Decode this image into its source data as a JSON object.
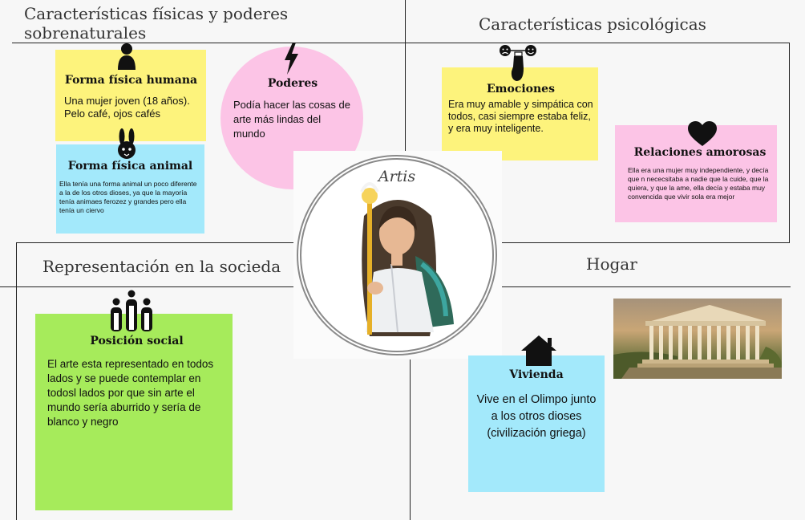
{
  "sections": {
    "physical": "Características físicas y poderes sobrenaturales",
    "psych": "Características psicológicas",
    "society": "Representación en la socieda",
    "home": "Hogar"
  },
  "center": {
    "name": "Artis"
  },
  "notes": {
    "human": {
      "title": "Forma física humana",
      "body": "Una mujer joven (18 años). Pelo café, ojos cafés",
      "color": "#fdf37c"
    },
    "animal": {
      "title": "Forma física animal",
      "body": "Ella tenía una forma animal un poco diferente a la de los otros dioses, ya que la mayoría tenía animaes ferozez y grandes pero ella tenía un  ciervo",
      "color": "#a3e9fb"
    },
    "powers": {
      "title": "Poderes",
      "body": "Podía hacer las cosas de arte más lindas del mundo",
      "color": "#fcc4e6"
    },
    "emotions": {
      "title": "Emociones",
      "body": "Era muy amable y simpática con todos, casi siempre estaba feliz, y era muy inteligente.",
      "color": "#fdf37c"
    },
    "love": {
      "title": "Relaciones amorosas",
      "body": "Ella era una mujer muy independiente, y decía que n nececsitaba a nadie que la cuide, que la quiera, y que la ame, ella decía y estaba muy convencida que vivir sola era mejor",
      "color": "#fcc4e6"
    },
    "social": {
      "title": "Posición social",
      "body": "El arte esta representado en todos lados y se puede contemplar en todosl lados por que sin arte el mundo sería aburrido y sería de blanco y negro",
      "color": "#a6eb5b"
    },
    "home": {
      "title": "Vivienda",
      "body": "Vive en el Olimpo junto a los otros dioses (civilización griega)",
      "color": "#a3e9fb"
    }
  },
  "icons": [
    "person-icon",
    "rabbit-icon",
    "lightning-icon",
    "emotions-hand-icon",
    "heart-icon",
    "people-icon",
    "house-icon"
  ]
}
